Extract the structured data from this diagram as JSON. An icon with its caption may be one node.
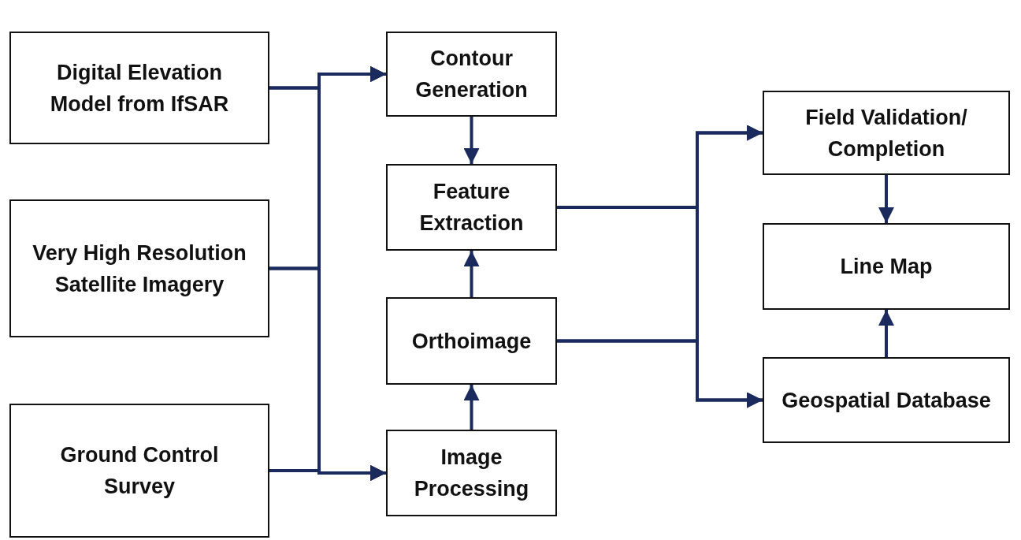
{
  "diagram": {
    "nodes": [
      {
        "text": [
          "Digital Elevation Model from IfSAR"
        ]
      },
      {
        "text": [
          "Very High Resolution Satellite Imagery"
        ]
      },
      {
        "text": [
          "Ground Control Survey"
        ]
      },
      {
        "text": [
          "Contour Generation"
        ]
      },
      {
        "text": [
          "Feature Extraction"
        ]
      },
      {
        "text": [
          "Orthoimage"
        ]
      },
      {
        "text": [
          "Image Processing"
        ]
      },
      {
        "text": [
          "Field Validation/ Completion"
        ]
      },
      {
        "text": [
          "Line Map"
        ]
      },
      {
        "text": [
          "Geospatial Database"
        ]
      }
    ],
    "edges": [
      {
        "from": 0,
        "to": 3,
        "arrow": "to"
      },
      {
        "from": 0,
        "to": 6,
        "arrow": "to"
      },
      {
        "from": 1,
        "to": 3,
        "arrow": "to"
      },
      {
        "from": 1,
        "to": 6,
        "arrow": "to"
      },
      {
        "from": 2,
        "to": 3,
        "arrow": "to"
      },
      {
        "from": 2,
        "to": 6,
        "arrow": "to"
      },
      {
        "from": 3,
        "to": 4,
        "arrow": "to"
      },
      {
        "from": 5,
        "to": 4,
        "arrow": "to"
      },
      {
        "from": 6,
        "to": 5,
        "arrow": "to"
      },
      {
        "from": 4,
        "to": 7,
        "arrow": "to"
      },
      {
        "from": 4,
        "to": 9,
        "arrow": "to"
      },
      {
        "from": 5,
        "to": 7,
        "arrow": "to"
      },
      {
        "from": 5,
        "to": 9,
        "arrow": "to"
      },
      {
        "from": 7,
        "to": 8,
        "arrow": "to"
      },
      {
        "from": 9,
        "to": 8,
        "arrow": "to"
      }
    ]
  }
}
